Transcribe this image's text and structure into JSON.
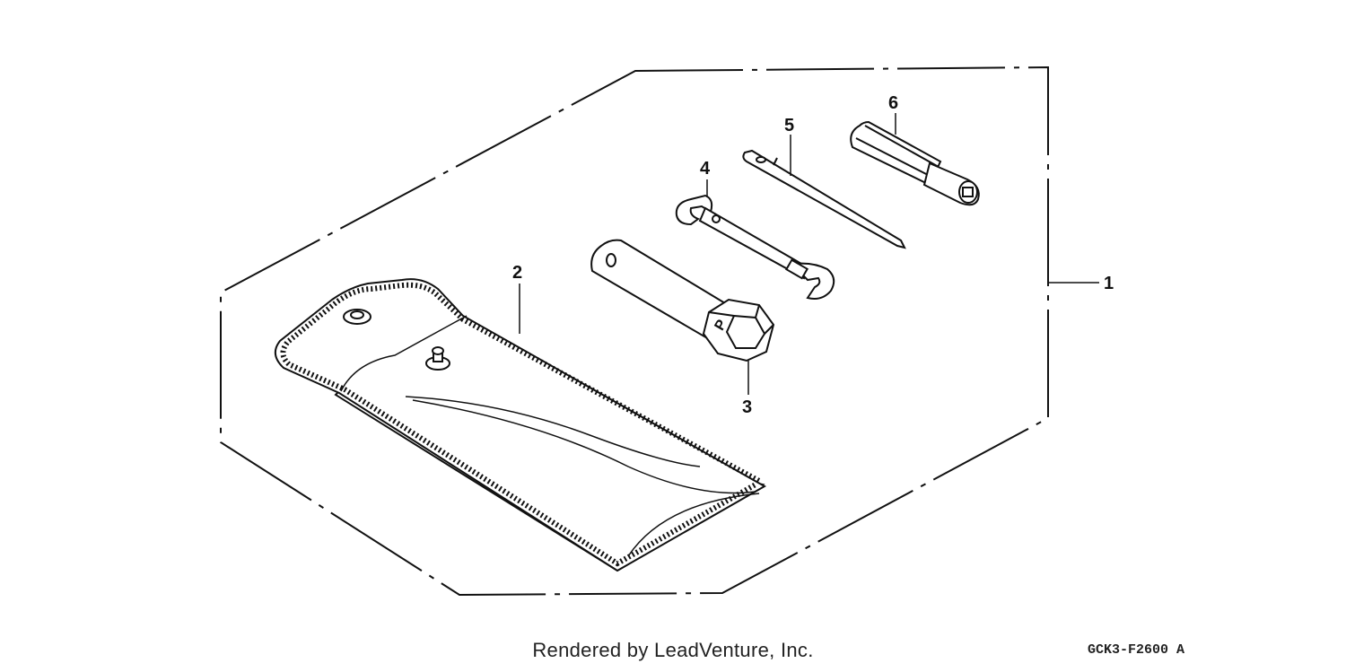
{
  "diagram": {
    "callouts": {
      "c1": "1",
      "c2": "2",
      "c3": "3",
      "c4": "4",
      "c5": "5",
      "c6": "6"
    },
    "part_p_letter": "P",
    "box_p_letter": "P"
  },
  "footer": {
    "credit": "Rendered by LeadVenture, Inc.",
    "code": "GCK3-F2600 A"
  }
}
